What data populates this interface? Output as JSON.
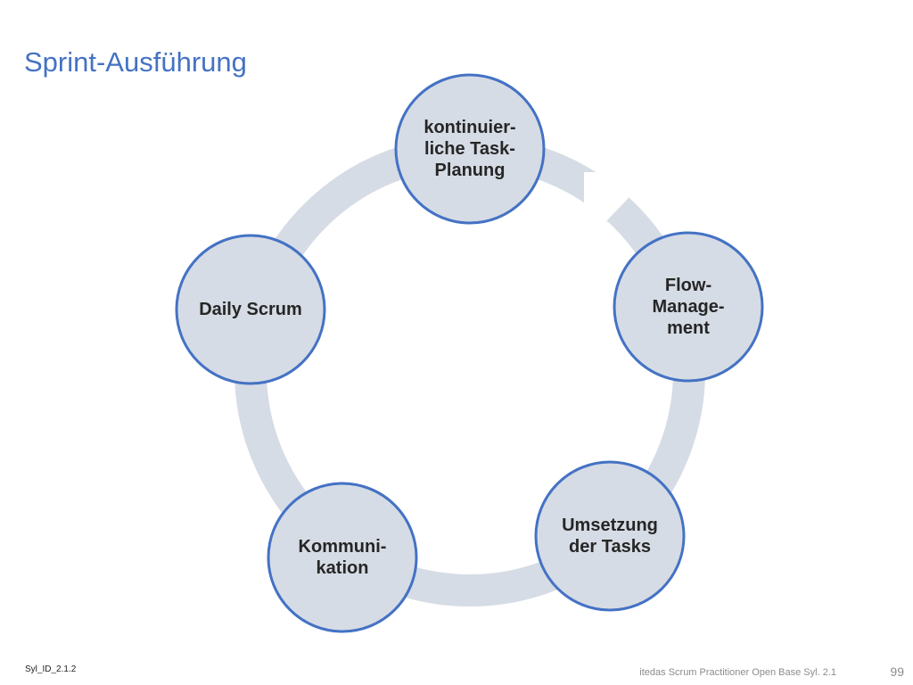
{
  "slide": {
    "title": "Sprint-Ausführung"
  },
  "cycle": {
    "nodes": [
      {
        "label": "kontinuier-\nliche Task-\nPlanung"
      },
      {
        "label": "Flow-\nManage-\nment"
      },
      {
        "label": "Umsetzung\nder Tasks"
      },
      {
        "label": "Kommuni-\nkation"
      },
      {
        "label": "Daily Scrum"
      }
    ],
    "colors": {
      "ring": "#d6dce5",
      "node_fill": "#d6dce5",
      "node_border": "#4472c4",
      "text": "#262626"
    }
  },
  "footer": {
    "doc_id": "Syl_ID_2.1.2",
    "source": "itedas Scrum Practitioner Open Base Syl. 2.1",
    "page_number": "99"
  }
}
